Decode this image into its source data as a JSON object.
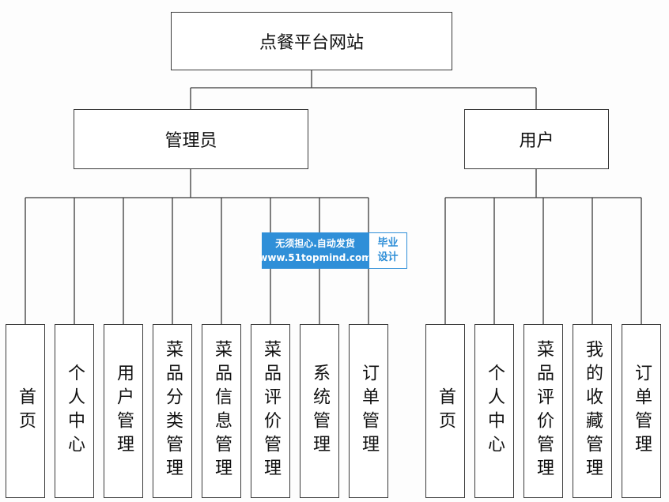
{
  "root": {
    "label": "点餐平台网站"
  },
  "admin": {
    "label": "管理员",
    "children": [
      "首页",
      "个人中心",
      "用户管理",
      "菜品分类管理",
      "菜品信息管理",
      "菜品评价管理",
      "系统管理",
      "订单管理"
    ]
  },
  "user": {
    "label": "用户",
    "children": [
      "首页",
      "个人中心",
      "菜品评价管理",
      "我的收藏管理",
      "订单管理"
    ]
  },
  "watermark": {
    "line1": "无须担心.自动发货",
    "line2": "www.51topmind.com",
    "badge1": "毕业",
    "badge2": "设计"
  },
  "colors": {
    "border": "#3a3a3a",
    "watermark": "#2f8fd8"
  }
}
